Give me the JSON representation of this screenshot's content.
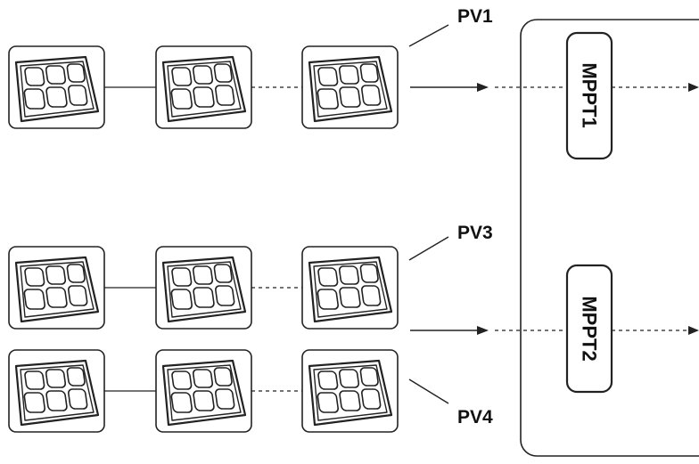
{
  "strings": [
    {
      "id": "pv1",
      "label": "PV1"
    },
    {
      "id": "pv3",
      "label": "PV3"
    },
    {
      "id": "pv4",
      "label": "PV4"
    }
  ],
  "mppts": [
    {
      "id": "mppt1",
      "label": "MPPT1"
    },
    {
      "id": "mppt2",
      "label": "MPPT2"
    }
  ],
  "colors": {
    "stroke": "#222222",
    "background": "#ffffff"
  },
  "icons": {
    "panel": "solar-panel-icon",
    "arrow": "arrow-right-icon"
  }
}
